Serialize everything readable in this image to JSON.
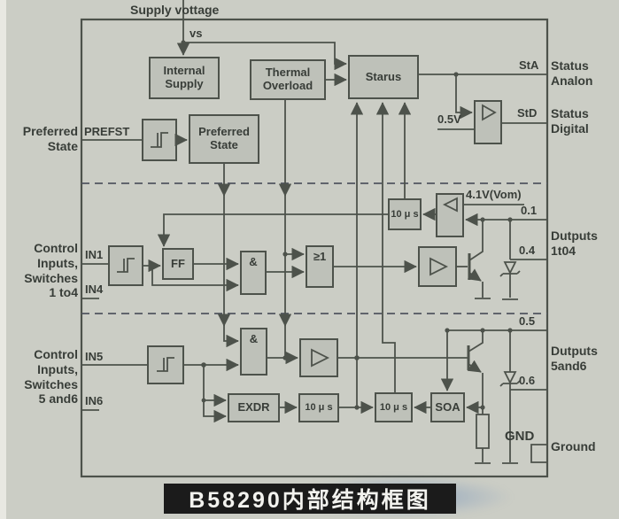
{
  "top": {
    "supply_voltage": "Supply vottage",
    "vs": "vs"
  },
  "blocks": {
    "internal_supply": "Internal\nSupply",
    "thermal_overload": "Thermal\nOverload",
    "status": "Starus",
    "preferred_state": "Preferred\nState",
    "ff": "FF",
    "and_gate_1": "&",
    "or_gate": "≥1",
    "and_gate_2": "&",
    "timer_1": "10 μ s",
    "timer_2": "10 μ s",
    "timer_3": "10 μ s",
    "exdr": "EXDR",
    "soa": "SOA"
  },
  "references": {
    "ref_0v5": "0.5V",
    "ref_4v1": "4.1V(Vom)"
  },
  "pins_left": {
    "prefst": "PREFST",
    "in1": "IN1",
    "in4": "IN4",
    "in5": "IN5",
    "in6": "IN6"
  },
  "pins_right": {
    "sta": "StA",
    "std": "StD",
    "out1": "0.1",
    "out4": "0.4",
    "out5": "0.5",
    "out6": "0.6",
    "gnd": "GND"
  },
  "external_labels": {
    "preferred_state": "Preferred\nState",
    "control_1to4": "Control\nInputs,\nSwitches\n1 to4",
    "control_5and6": "Control\nInputs,\nSwitches\n5 and6",
    "status_analog": "Status\nAnalon",
    "status_digital": "Status\nDigital",
    "outputs_1to4": "Dutputs\n1t04",
    "outputs_5and6": "Dutputs\n5and6",
    "ground": "Ground"
  },
  "caption": "B58290内部结构框图",
  "colors": {
    "background": "#cbcdc5",
    "block_fill": "#bec1b9",
    "line": "#4d524b",
    "text": "#383d38",
    "caption_bg": "#1b1b1b",
    "caption_text": "#f2f2ee"
  }
}
